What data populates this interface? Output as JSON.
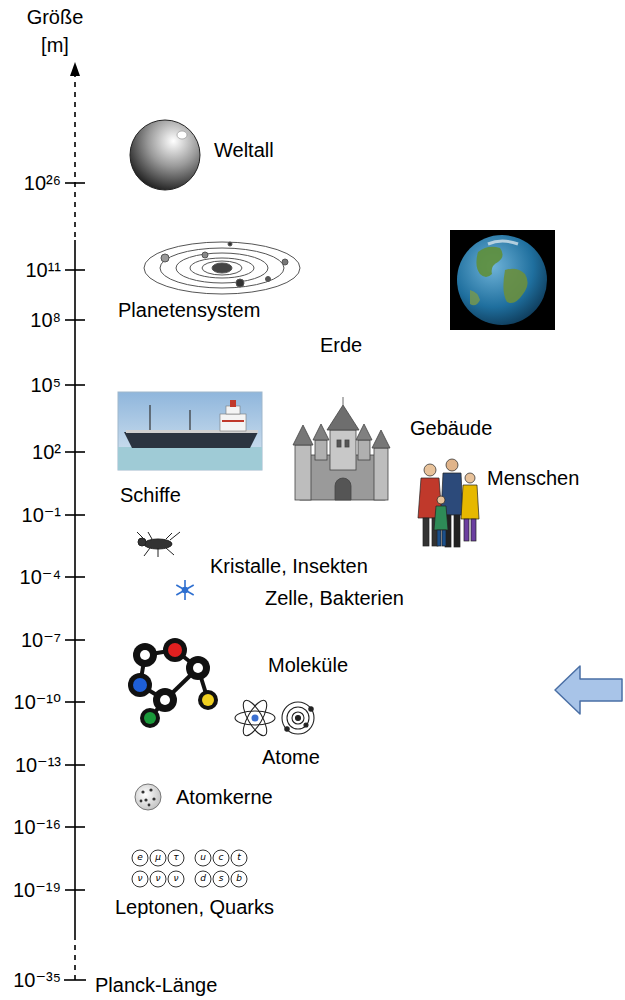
{
  "diagram": {
    "labels": [
      "Größe",
      "[m]",
      "10²⁶",
      "10¹¹",
      "10⁸",
      "10⁵",
      "10²",
      "10⁻¹",
      "10⁻⁴",
      "10⁻⁷",
      "10⁻¹⁰",
      "10⁻¹³",
      "10⁻¹⁶",
      "10⁻¹⁹",
      "10⁻³⁵",
      "Weltall",
      "Planetensystem",
      "Erde",
      "Schiffe",
      "Gebäude",
      "Menschen",
      "Kristalle, Insekten",
      "Zelle, Bakterien",
      "Moleküle",
      "Atome",
      "Atomkerne",
      "e",
      "μ",
      "τ",
      "u",
      "c",
      "t",
      "ν",
      "ν",
      "ν",
      "d",
      "s",
      "b",
      "Leptonen, Quarks",
      "Planck-Länge"
    ]
  }
}
